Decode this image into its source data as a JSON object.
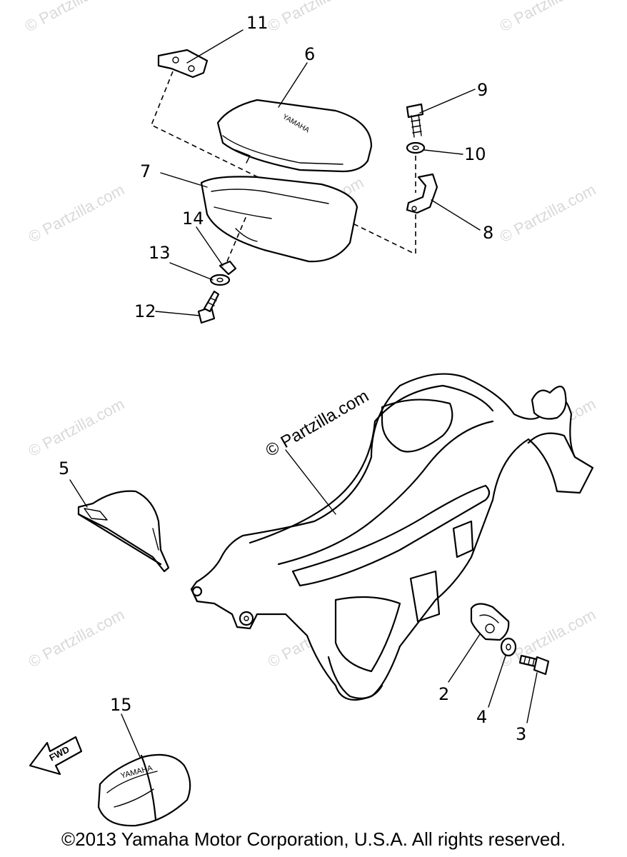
{
  "callouts": [
    "11",
    "6",
    "9",
    "10",
    "7",
    "8",
    "14",
    "13",
    "12",
    "5",
    "2",
    "4",
    "3",
    "15"
  ],
  "watermark_main": "© Partzilla.com",
  "watermark_faint": "© Partzilla.com",
  "fwd_label": "FWD",
  "case_brand": "YAMAHA",
  "copyright": "©2013 Yamaha Motor Corporation, U.S.A. All rights reserved."
}
